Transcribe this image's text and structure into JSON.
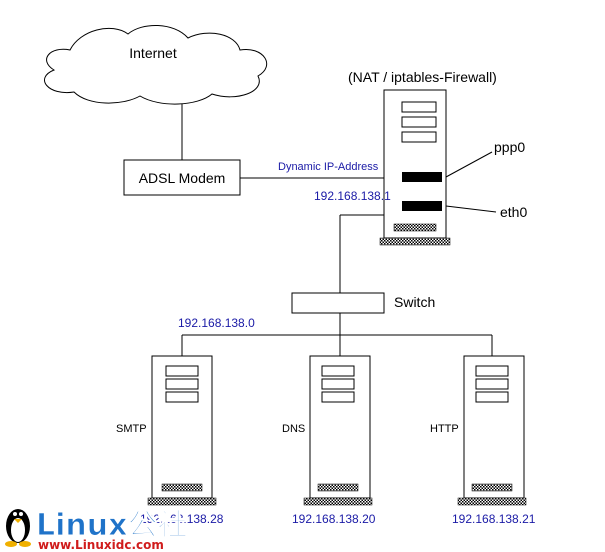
{
  "nodes": {
    "internet": "Internet",
    "modem": "ADSL Modem",
    "firewall": "(NAT / iptables-Firewall)",
    "switch": "Switch",
    "smtp": "SMTP",
    "dns": "DNS",
    "http": "HTTP"
  },
  "interfaces": {
    "ppp0": "ppp0",
    "eth0": "eth0",
    "dynamic_ip": "Dynamic IP-Address",
    "eth0_ip": "192.168.138.1"
  },
  "network": "192.168.138.0",
  "servers": {
    "smtp_ip": "192.168.138.28",
    "dns_ip": "192.168.138.20",
    "http_ip": "192.168.138.21"
  },
  "watermark": {
    "logo": "Linux公社",
    "url": "www.Linuxidc.com"
  },
  "colors": {
    "ip_text": "#1a1aa6",
    "line": "#000000",
    "watermark_blue": "#1f73c9",
    "watermark_red": "#d01c1c"
  }
}
